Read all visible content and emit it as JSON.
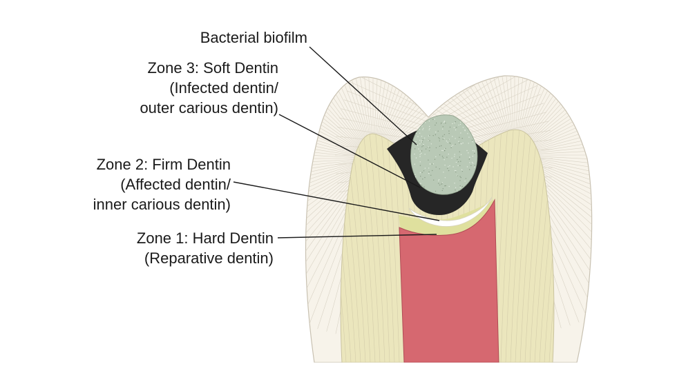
{
  "labels": {
    "bacterial_biofilm": [
      "Bacterial biofilm"
    ],
    "zone3": [
      "Zone 3: Soft Dentin",
      "(Infected dentin/",
      "outer carious dentin)"
    ],
    "zone2": [
      "Zone 2: Firm Dentin",
      "(Affected dentin/",
      "inner carious dentin)"
    ],
    "zone1": [
      "Zone 1: Hard Dentin",
      "(Reparative dentin)"
    ]
  },
  "colors": {
    "enamel": "#f7f3ea",
    "enamel_lines": "#d8d2c4",
    "dentin": "#ebe6bd",
    "dentin_lines": "#d3ccaa",
    "pulp": "#d66870",
    "biofilm": "#b9c9b6",
    "soft_dentin": "#262626",
    "firm_dentin": "#ffffff",
    "hard_dentin": "#dfe09e",
    "leader": "#1a1a1a"
  }
}
